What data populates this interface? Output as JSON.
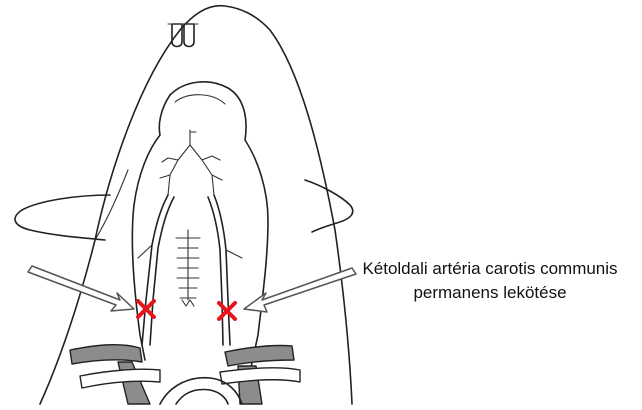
{
  "caption": {
    "line1": "Kétoldali artéria carotis communis",
    "line2": "permanens lekötése"
  },
  "colors": {
    "ligation_mark": "#e8141b",
    "arrow_outline": "#555555",
    "vessel_shading": "#8c8c8c",
    "line_art": "#222222"
  },
  "markers": {
    "ligation_count": 2,
    "ligation_symbol": "×"
  }
}
